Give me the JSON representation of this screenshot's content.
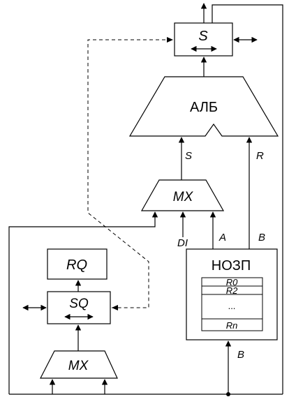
{
  "blocks": {
    "s_register": "S",
    "alu": "АЛБ",
    "mx_top": "MX",
    "rq": "RQ",
    "sq": "SQ",
    "mx_bottom": "MX",
    "nozp": "НОЗП"
  },
  "registers": [
    "R0",
    "R2",
    "...",
    "Rn"
  ],
  "signals": {
    "s_to_alu": "S",
    "r_to_alu": "R",
    "di": "DI",
    "a": "A",
    "b_top": "B",
    "b_bottom": "B"
  }
}
